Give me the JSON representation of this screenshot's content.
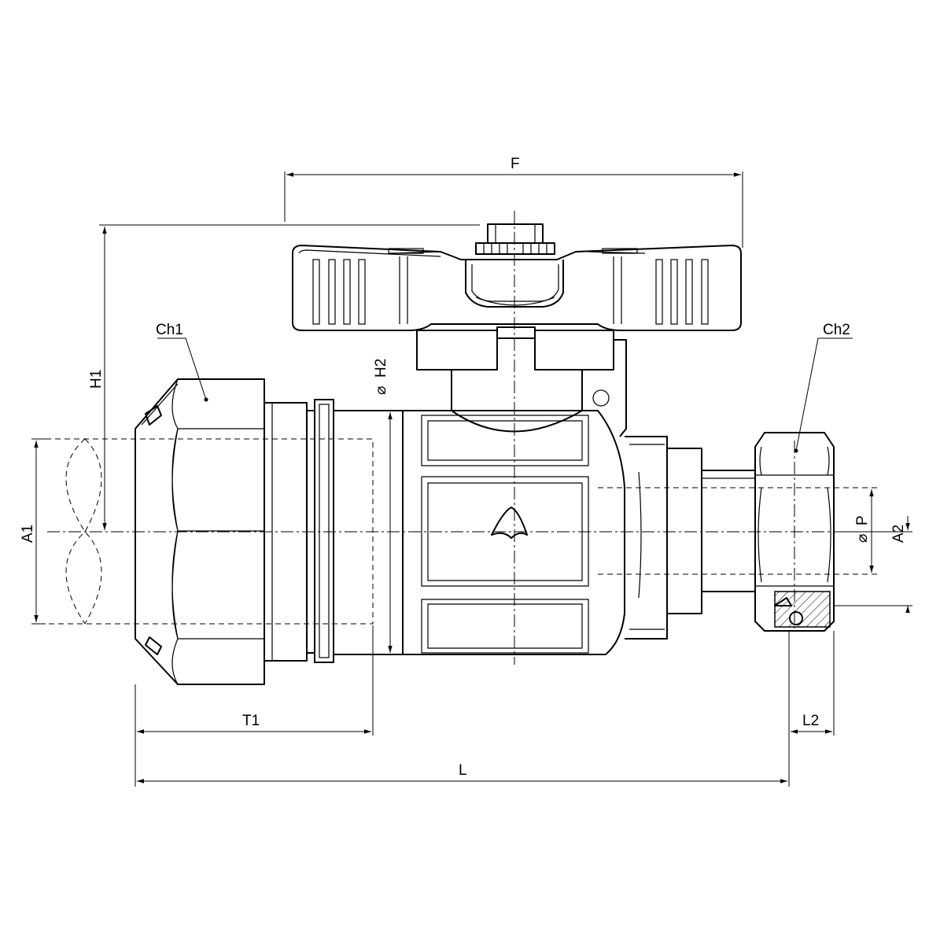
{
  "labels": {
    "F": "F",
    "H1": "H1",
    "H2": "H2",
    "ch1": "Ch1",
    "ch2": "Ch2",
    "A1": "A1",
    "A2": "A2",
    "P": "P",
    "T1": "T1",
    "L2": "L2",
    "L": "L",
    "diameter_symbol": "⌀"
  }
}
